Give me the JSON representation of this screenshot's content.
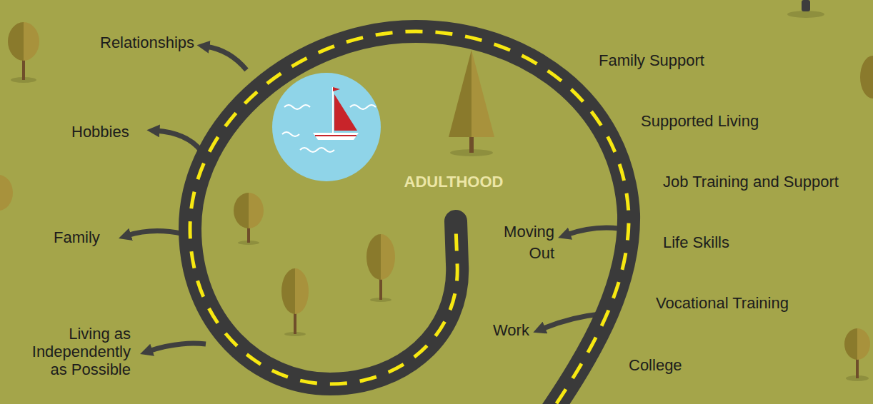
{
  "diagram": {
    "labels": [
      "Relationships",
      "Hobbies",
      "Family",
      "Living as Independently as Possible",
      "ADULTHOOD",
      "Moving Out",
      "Work",
      "Family Support",
      "Supported Living",
      "Job Training and Support",
      "Life Skills",
      "Vocational Training",
      "College"
    ]
  }
}
